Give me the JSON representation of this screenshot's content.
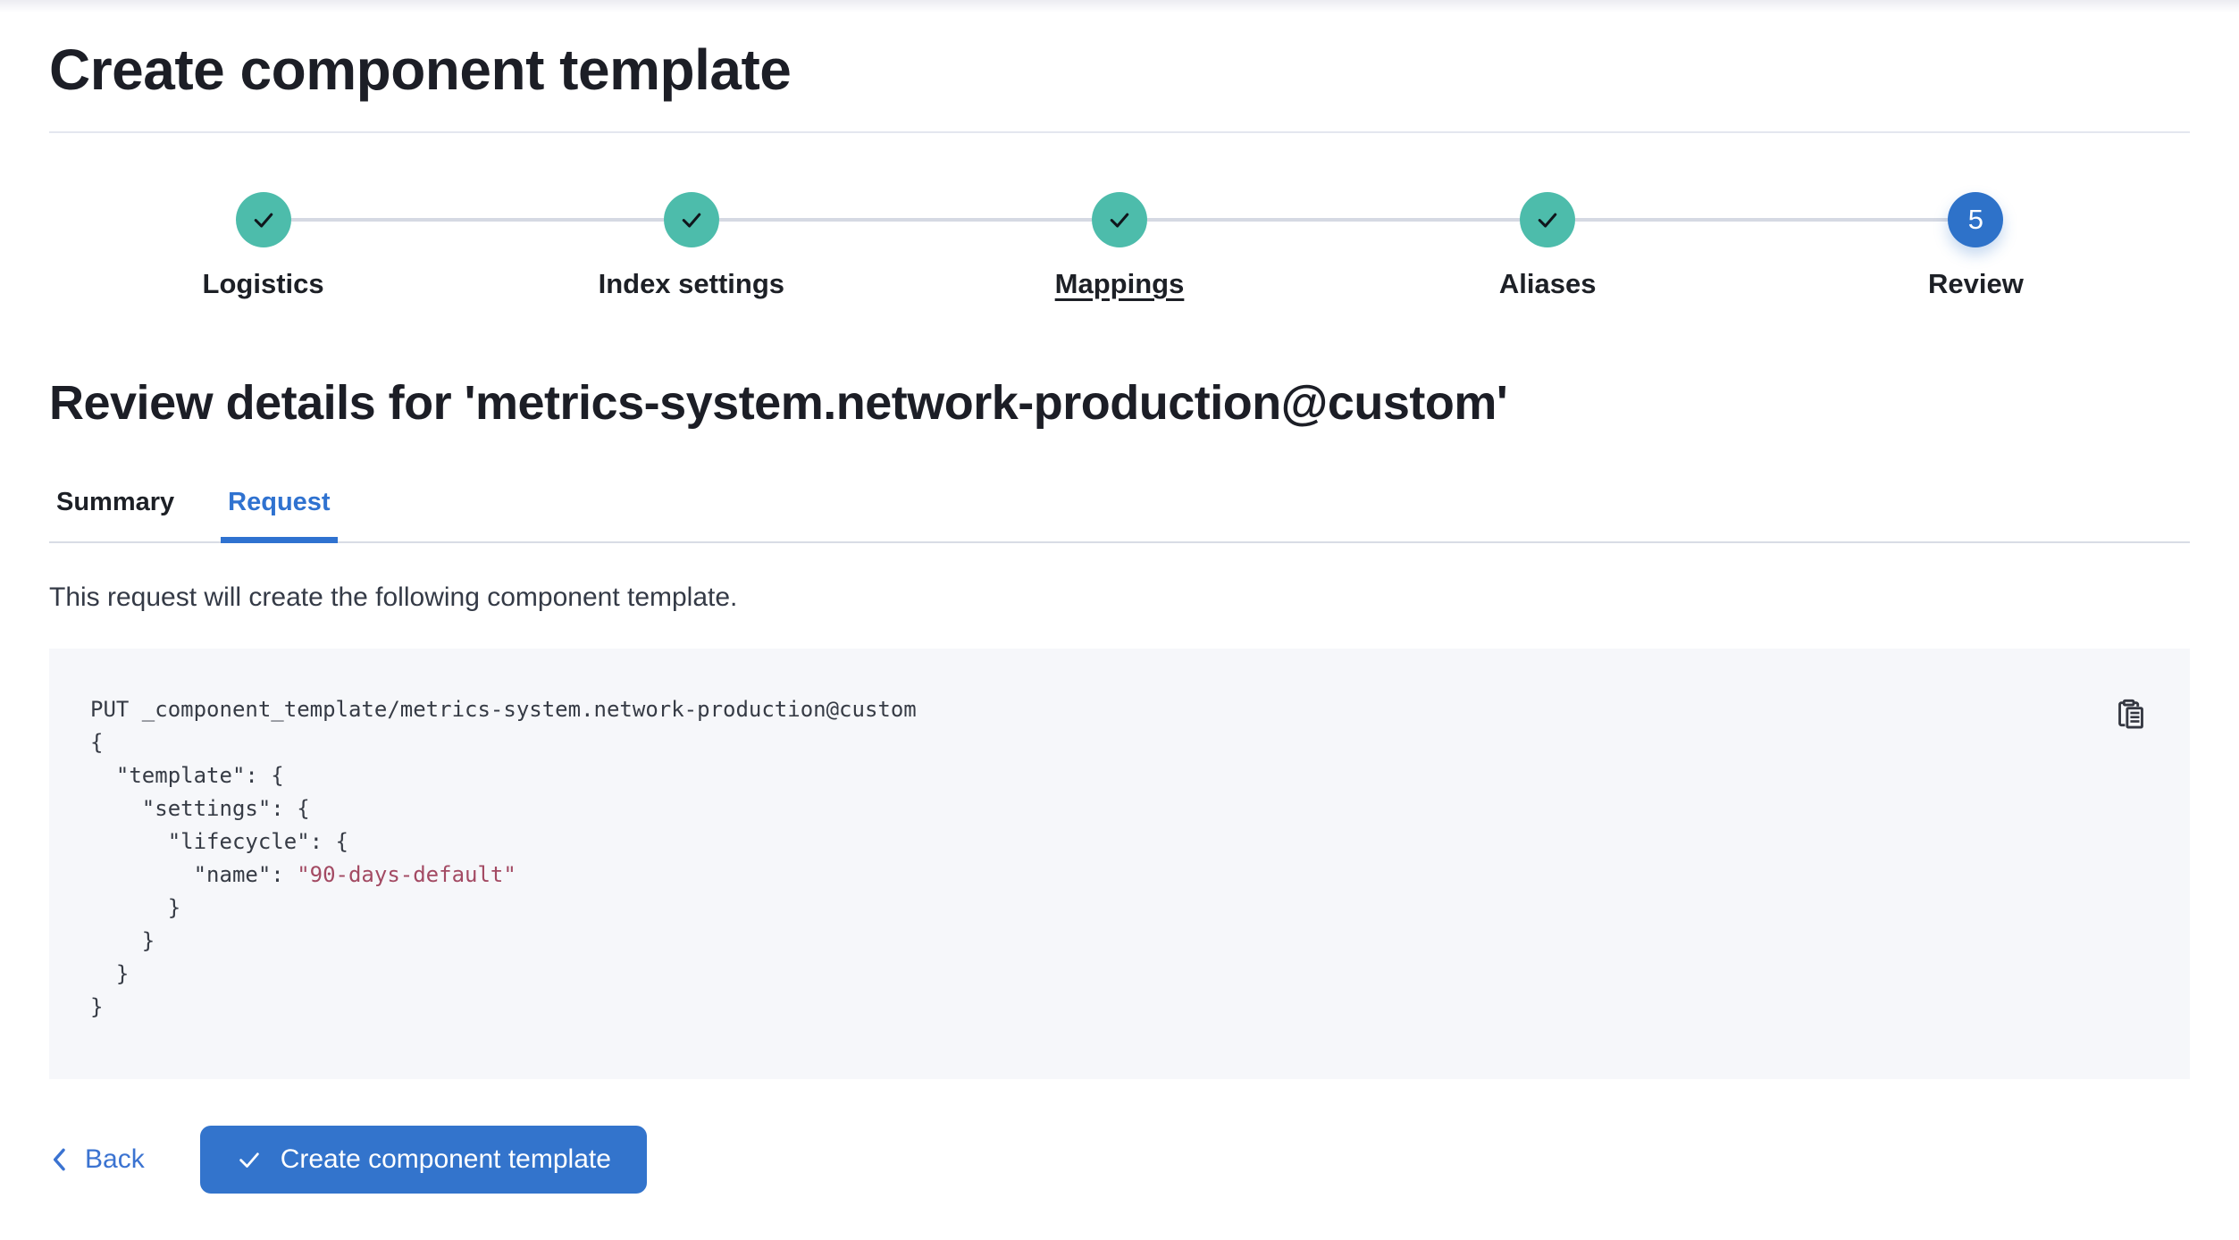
{
  "page": {
    "title": "Create component template"
  },
  "steps": {
    "items": [
      {
        "label": "Logistics",
        "status": "complete"
      },
      {
        "label": "Index settings",
        "status": "complete"
      },
      {
        "label": "Mappings",
        "status": "complete"
      },
      {
        "label": "Aliases",
        "status": "complete"
      },
      {
        "label": "Review",
        "status": "current",
        "number": "5"
      }
    ]
  },
  "review": {
    "heading": "Review details for 'metrics-system.network-production@custom'",
    "tabs": [
      {
        "label": "Summary",
        "active": false
      },
      {
        "label": "Request",
        "active": true
      }
    ],
    "description": "This request will create the following component template."
  },
  "code": {
    "lines_before": [
      "PUT _component_template/metrics-system.network-production@custom",
      "{",
      "  \"template\": {",
      "    \"settings\": {",
      "      \"lifecycle\": {"
    ],
    "name_prefix": "        \"name\": ",
    "name_value": "\"90-days-default\"",
    "lines_after": [
      "      }",
      "    }",
      "  }",
      "}"
    ]
  },
  "footer": {
    "back_label": "Back",
    "submit_label": "Create component template"
  },
  "colors": {
    "step_complete": "#4dbcab",
    "step_current": "#2e72c9",
    "primary_blue": "#3374cc",
    "tab_active_blue": "#2f72d0",
    "code_background": "#f6f7fa",
    "code_string": "#a34a63",
    "connector_gray": "#d5d9e3",
    "text_dark": "#1c1e26"
  }
}
